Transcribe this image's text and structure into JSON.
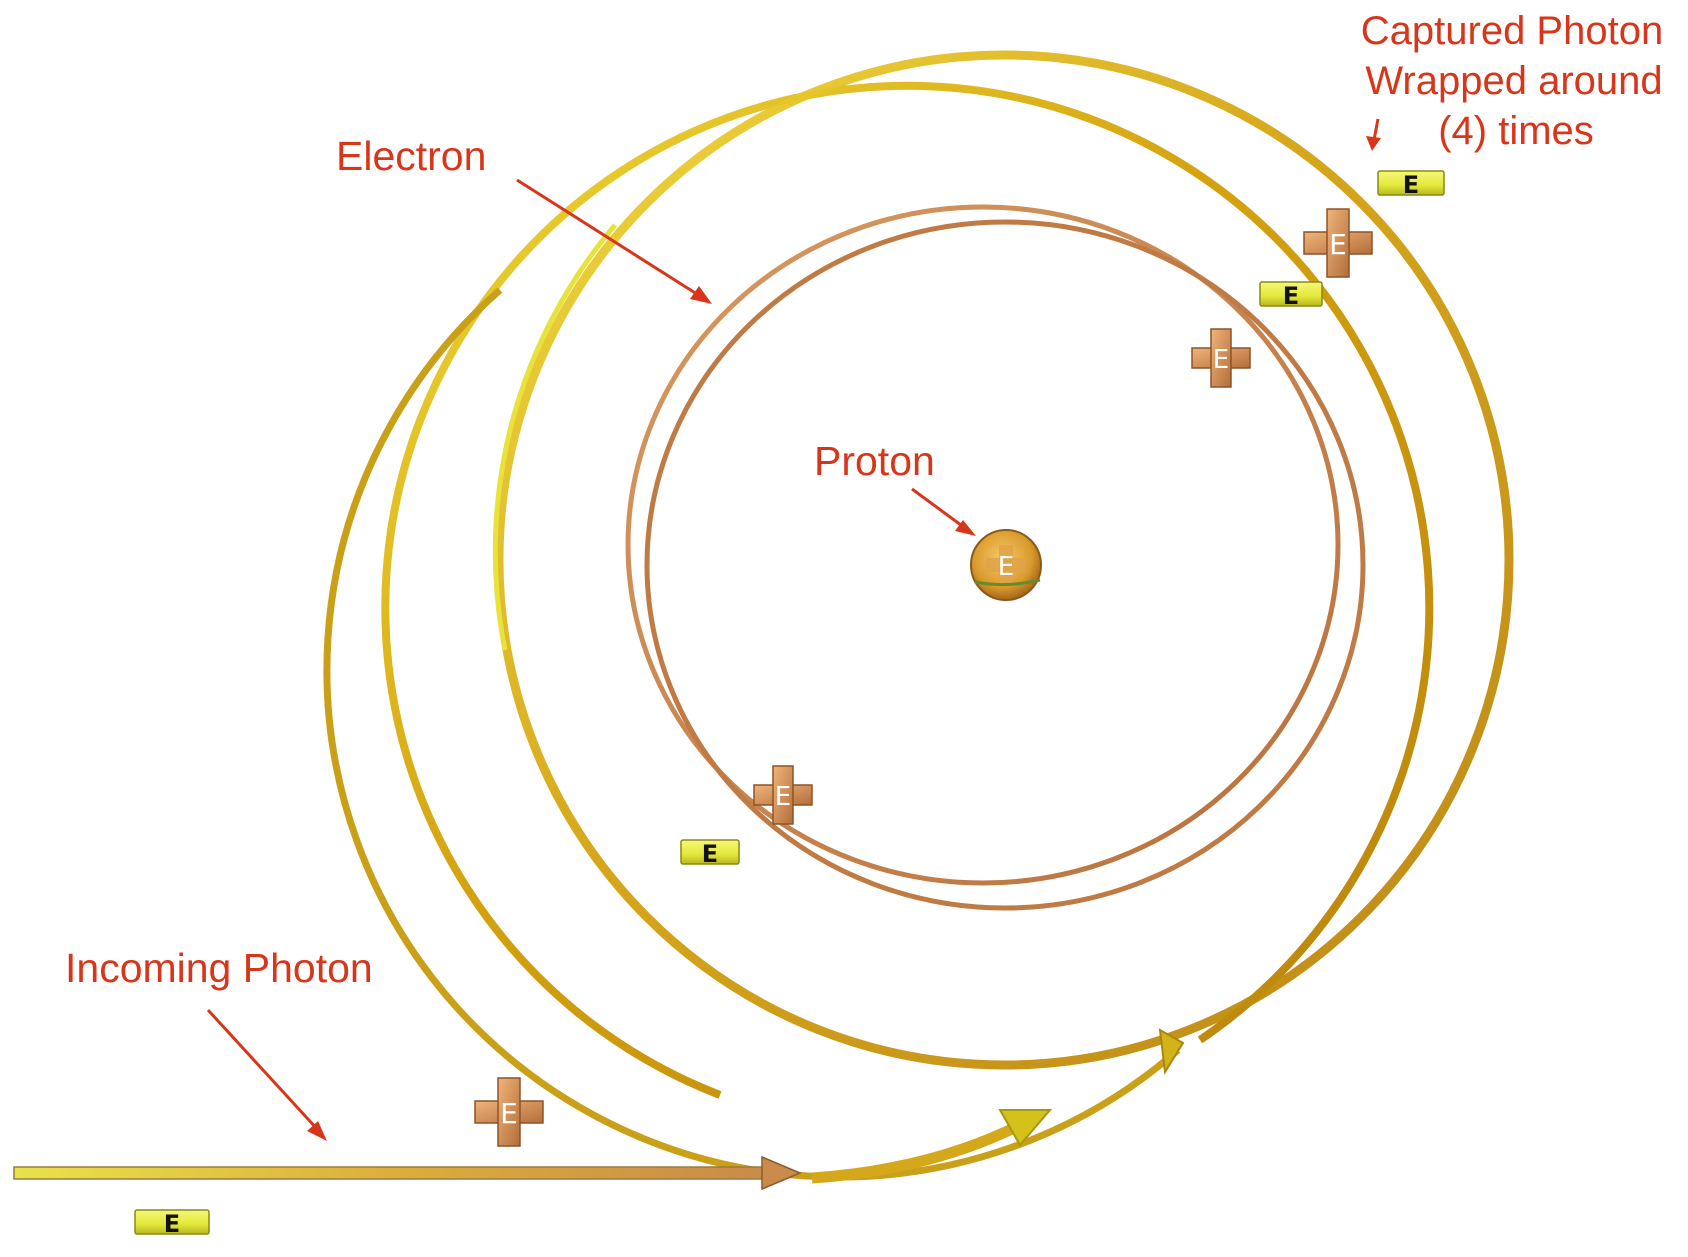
{
  "labels": {
    "electron": "Electron",
    "proton": "Proton",
    "incoming_photon": "Incoming Photon",
    "captured_photon_line1": "Captured Photon",
    "captured_photon_line2": "Wrapped around",
    "captured_photon_line3": "(4) times"
  },
  "markers": {
    "electron_symbol": "E",
    "positive_symbol": "E"
  },
  "colors": {
    "label": "#d8361a",
    "photon_gold": "#d4a10f",
    "photon_yellow": "#e8d41c",
    "electron_copper": "#c8804a",
    "positive_marker": "#d08a4e",
    "electron_marker": "#e3e83a"
  }
}
